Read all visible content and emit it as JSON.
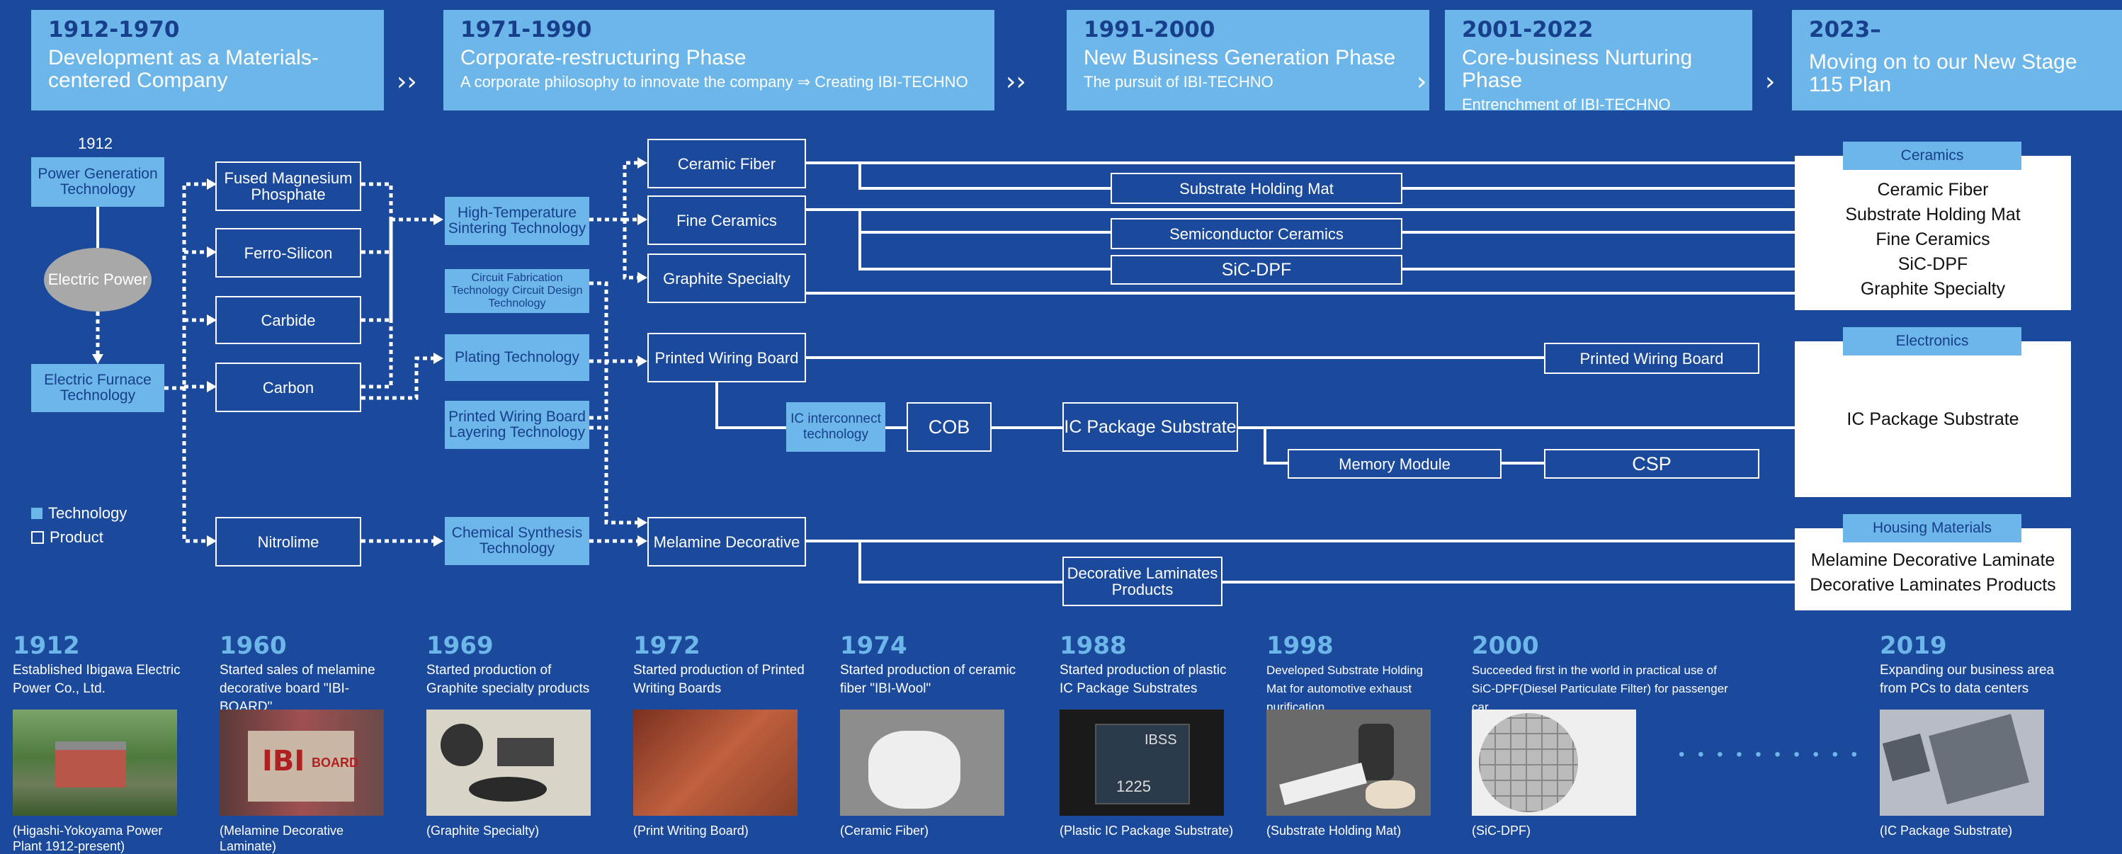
{
  "phases": [
    {
      "year": "1912-1970",
      "title": "Development as a Materials-centered Company",
      "sub": ""
    },
    {
      "year": "1971-1990",
      "title": "Corporate-restructuring Phase",
      "sub": "A corporate philosophy to innovate the company ⇒ Creating IBI-TECHNO"
    },
    {
      "year": "1991-2000",
      "title": "New Business Generation Phase",
      "sub": "The pursuit of IBI-TECHNO"
    },
    {
      "year": "2001-2022",
      "title": "Core-business Nurturing Phase",
      "sub": "Entrenchment of IBI-TECHNO"
    },
    {
      "year": "2023–",
      "title": "Moving on to our New Stage 115 Plan",
      "sub": ""
    }
  ],
  "diagram": {
    "start_year": "1912",
    "power_generation": "Power Generation Technology",
    "electric_power": "Electric Power",
    "electric_furnace": "Electric Furnace Technology",
    "fused_magnesium": "Fused Magnesium Phosphate",
    "ferro_silicon": "Ferro-Silicon",
    "carbide": "Carbide",
    "carbon": "Carbon",
    "nitrolime": "Nitrolime",
    "high_temp": "High-Temperature Sintering Technology",
    "circuit_fab": "Circuit Fabrication Technology Circuit Design Technology",
    "plating": "Plating Technology",
    "pwb_layering": "Printed Wiring Board Layering Technology",
    "chemical_synthesis": "Chemical Synthesis Technology",
    "ceramic_fiber": "Ceramic Fiber",
    "fine_ceramics": "Fine Ceramics",
    "graphite_specialty": "Graphite Specialty",
    "printed_wiring_board": "Printed Wiring Board",
    "melamine_decorative": "Melamine Decorative",
    "substrate_holding_mat": "Substrate Holding Mat",
    "semiconductor_ceramics": "Semiconductor Ceramics",
    "sic_dpf": "SiC-DPF",
    "ic_interconnect": "IC interconnect technology",
    "cob": "COB",
    "ic_package_substrate": "IC Package Substrate",
    "memory_module": "Memory Module",
    "csp": "CSP",
    "pwb_right": "Printed Wiring Board",
    "decorative_laminates": "Decorative Laminates Products"
  },
  "legend": {
    "technology": "Technology",
    "product": "Product"
  },
  "categories": [
    {
      "label": "Ceramics",
      "items": [
        "Ceramic Fiber",
        "Substrate Holding Mat",
        "Fine Ceramics",
        "SiC-DPF",
        "Graphite Specialty"
      ]
    },
    {
      "label": "Electronics",
      "items": [
        "IC Package Substrate"
      ]
    },
    {
      "label": "Housing Materials",
      "items": [
        "Melamine Decorative Laminate",
        "Decorative Laminates Products"
      ]
    }
  ],
  "milestones": [
    {
      "year": "1912",
      "desc": "Established Ibigawa Electric Power Co., Ltd.",
      "caption": "(Higashi-Yokoyama Power Plant 1912-present)"
    },
    {
      "year": "1960",
      "desc": "Started sales of melamine decorative board \"IBI-BOARD\"",
      "caption": "(Melamine Decorative Laminate)"
    },
    {
      "year": "1969",
      "desc": "Started production of Graphite specialty products",
      "caption": "(Graphite Specialty)"
    },
    {
      "year": "1972",
      "desc": "Started production of Printed Writing Boards",
      "caption": "(Print Writing Board)"
    },
    {
      "year": "1974",
      "desc": "Started production of ceramic fiber \"IBI-Wool\"",
      "caption": "(Ceramic Fiber)"
    },
    {
      "year": "1988",
      "desc": "Started production of plastic IC Package Substrates",
      "caption": "(Plastic IC Package Substrate)"
    },
    {
      "year": "1998",
      "desc": "Developed Substrate Holding Mat for automotive exhaust purification",
      "caption": "(Substrate Holding Mat)"
    },
    {
      "year": "2000",
      "desc": "Succeeded first in the world in practical use of SiC-DPF(Diesel Particulate Filter) for passenger car",
      "caption": "(SiC-DPF)"
    },
    {
      "year": "2019",
      "desc": "Expanding our business area from PCs to data centers",
      "caption": "(IC Package Substrate)"
    }
  ],
  "ellipsis": "• • • • • • • • • •",
  "chip_labels": {
    "ibi": "IBI",
    "board": "BOARD",
    "chip_top": "IBSS",
    "chip_bottom": "1225"
  },
  "colors": {
    "background": "#1b4a9c",
    "accent": "#6cb6ea",
    "heading": "#173f8c"
  }
}
